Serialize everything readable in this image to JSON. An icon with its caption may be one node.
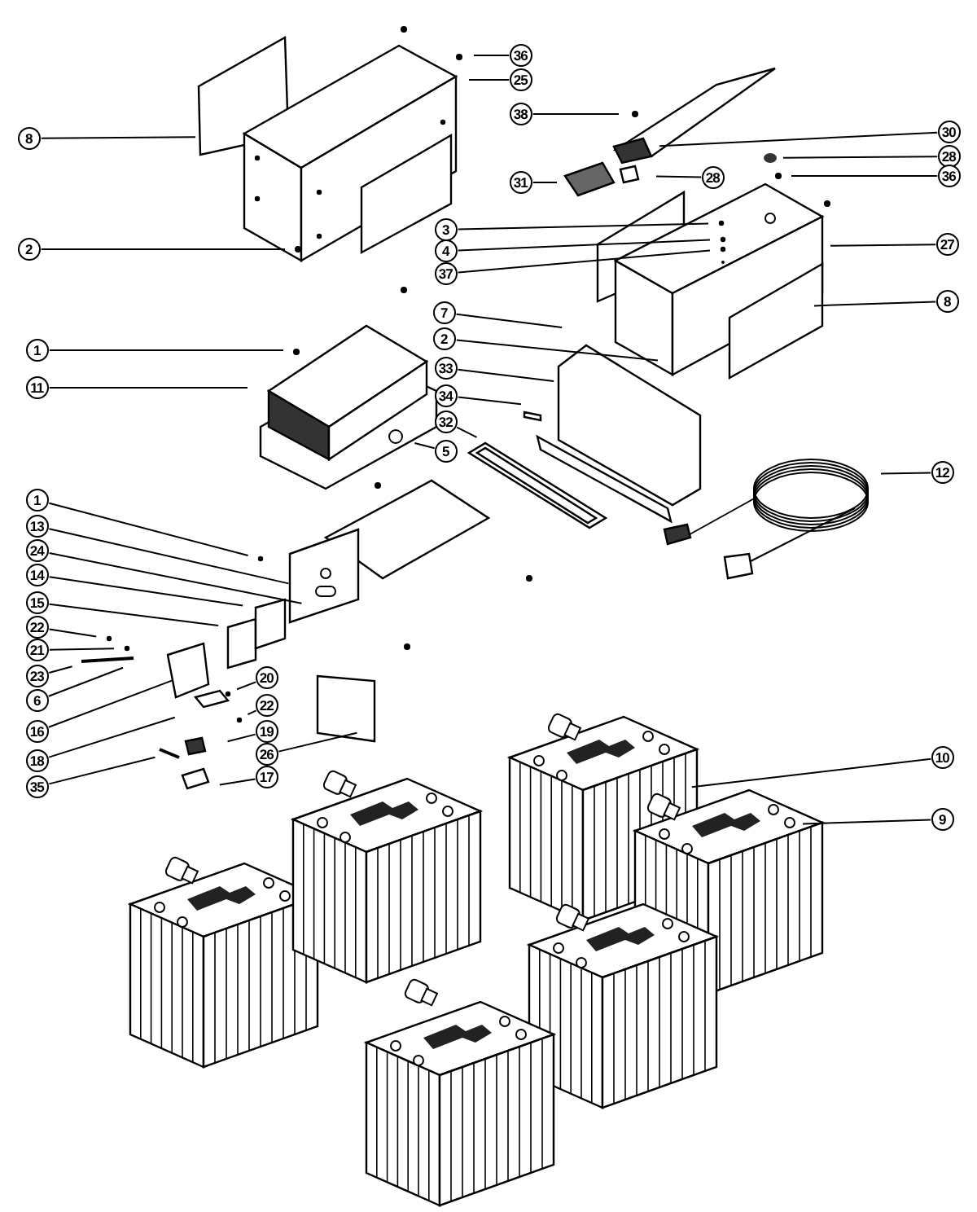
{
  "diagram": {
    "nodes": [
      {
        "text": [
          "8"
        ]
      },
      {
        "text": [
          "2"
        ]
      },
      {
        "text": [
          "1"
        ]
      },
      {
        "text": [
          "11"
        ]
      },
      {
        "text": [
          "36"
        ]
      },
      {
        "text": [
          "25"
        ]
      },
      {
        "text": [
          "38"
        ]
      },
      {
        "text": [
          "30"
        ]
      },
      {
        "text": [
          "28"
        ]
      },
      {
        "text": [
          "36"
        ]
      },
      {
        "text": [
          "28"
        ]
      },
      {
        "text": [
          "31"
        ]
      },
      {
        "text": [
          "3"
        ]
      },
      {
        "text": [
          "4"
        ]
      },
      {
        "text": [
          "37"
        ]
      },
      {
        "text": [
          "27"
        ]
      },
      {
        "text": [
          "8"
        ]
      },
      {
        "text": [
          "7"
        ]
      },
      {
        "text": [
          "2"
        ]
      },
      {
        "text": [
          "33"
        ]
      },
      {
        "text": [
          "34"
        ]
      },
      {
        "text": [
          "32"
        ]
      },
      {
        "text": [
          "5"
        ]
      },
      {
        "text": [
          "12"
        ]
      },
      {
        "text": [
          "1"
        ]
      },
      {
        "text": [
          "13"
        ]
      },
      {
        "text": [
          "24"
        ]
      },
      {
        "text": [
          "14"
        ]
      },
      {
        "text": [
          "15"
        ]
      },
      {
        "text": [
          "22"
        ]
      },
      {
        "text": [
          "21"
        ]
      },
      {
        "text": [
          "23"
        ]
      },
      {
        "text": [
          "6"
        ]
      },
      {
        "text": [
          "16"
        ]
      },
      {
        "text": [
          "18"
        ]
      },
      {
        "text": [
          "35"
        ]
      },
      {
        "text": [
          "20"
        ]
      },
      {
        "text": [
          "22"
        ]
      },
      {
        "text": [
          "19"
        ]
      },
      {
        "text": [
          "26"
        ]
      },
      {
        "text": [
          "17"
        ]
      },
      {
        "text": [
          "10"
        ]
      },
      {
        "text": [
          "9"
        ]
      }
    ],
    "edges": [
      {
        "from": 0,
        "to": null,
        "arrow": "none"
      },
      {
        "from": 1,
        "to": null,
        "arrow": "none"
      },
      {
        "from": 2,
        "to": null,
        "arrow": "none"
      },
      {
        "from": 3,
        "to": null,
        "arrow": "none"
      },
      {
        "from": 4,
        "to": null,
        "arrow": "none"
      },
      {
        "from": 5,
        "to": null,
        "arrow": "none"
      },
      {
        "from": 6,
        "to": null,
        "arrow": "none"
      },
      {
        "from": 7,
        "to": null,
        "arrow": "none"
      },
      {
        "from": 8,
        "to": null,
        "arrow": "none"
      },
      {
        "from": 9,
        "to": null,
        "arrow": "none"
      },
      {
        "from": 10,
        "to": null,
        "arrow": "none"
      },
      {
        "from": 11,
        "to": null,
        "arrow": "none"
      },
      {
        "from": 12,
        "to": null,
        "arrow": "none"
      },
      {
        "from": 13,
        "to": null,
        "arrow": "none"
      },
      {
        "from": 14,
        "to": null,
        "arrow": "none"
      },
      {
        "from": 15,
        "to": null,
        "arrow": "none"
      },
      {
        "from": 16,
        "to": null,
        "arrow": "none"
      },
      {
        "from": 17,
        "to": null,
        "arrow": "none"
      },
      {
        "from": 18,
        "to": null,
        "arrow": "none"
      },
      {
        "from": 19,
        "to": null,
        "arrow": "none"
      },
      {
        "from": 20,
        "to": null,
        "arrow": "none"
      },
      {
        "from": 21,
        "to": null,
        "arrow": "none"
      },
      {
        "from": 22,
        "to": null,
        "arrow": "none"
      },
      {
        "from": 23,
        "to": null,
        "arrow": "none"
      },
      {
        "from": 24,
        "to": null,
        "arrow": "none"
      },
      {
        "from": 25,
        "to": null,
        "arrow": "none"
      },
      {
        "from": 26,
        "to": null,
        "arrow": "none"
      },
      {
        "from": 27,
        "to": null,
        "arrow": "none"
      },
      {
        "from": 28,
        "to": null,
        "arrow": "none"
      },
      {
        "from": 29,
        "to": null,
        "arrow": "none"
      },
      {
        "from": 30,
        "to": null,
        "arrow": "none"
      },
      {
        "from": 31,
        "to": null,
        "arrow": "none"
      },
      {
        "from": 32,
        "to": null,
        "arrow": "none"
      },
      {
        "from": 33,
        "to": null,
        "arrow": "none"
      },
      {
        "from": 34,
        "to": null,
        "arrow": "none"
      },
      {
        "from": 35,
        "to": null,
        "arrow": "none"
      },
      {
        "from": 36,
        "to": null,
        "arrow": "none"
      },
      {
        "from": 37,
        "to": null,
        "arrow": "none"
      },
      {
        "from": 38,
        "to": null,
        "arrow": "none"
      },
      {
        "from": 39,
        "to": null,
        "arrow": "none"
      },
      {
        "from": 40,
        "to": null,
        "arrow": "none"
      },
      {
        "from": 41,
        "to": null,
        "arrow": "none"
      },
      {
        "from": 42,
        "to": null,
        "arrow": "none"
      }
    ]
  }
}
